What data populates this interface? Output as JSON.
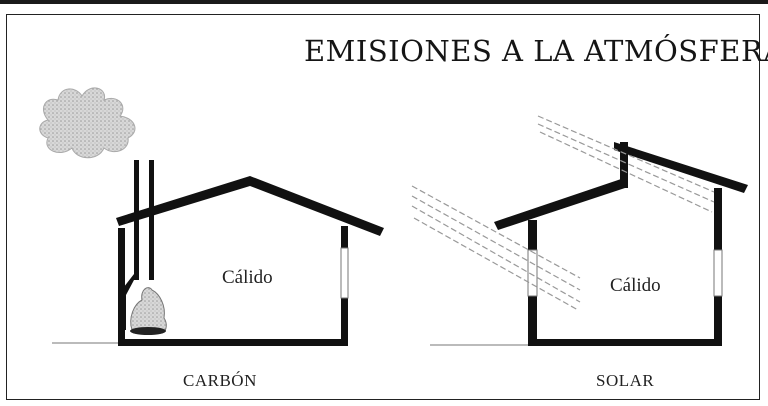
{
  "title": "EMISIONES A LA ATMÓSFERA",
  "coal_house": {
    "room_label": "Cálido",
    "caption": "CARBÓN",
    "icons": [
      "smoke-cloud-icon",
      "fire-icon"
    ]
  },
  "solar_house": {
    "room_label": "Cálido",
    "caption": "SOLAR",
    "icons": [
      "sun-rays-icon"
    ]
  }
}
